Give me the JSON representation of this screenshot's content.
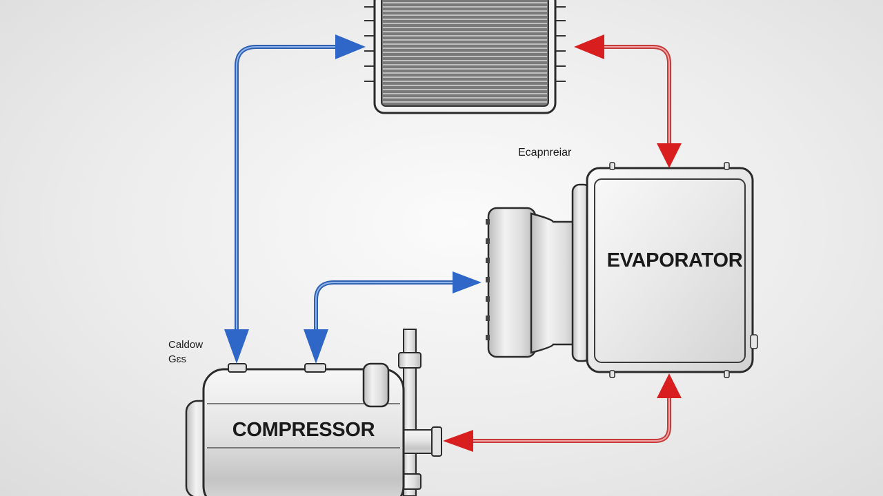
{
  "labels": {
    "top_small": "Ecapnreiar",
    "left_line1": "Caldow",
    "left_line2": "Gɛs",
    "evaporator": "EVAPORATOR",
    "compressor": "COMPRESSOR"
  },
  "colors": {
    "cold_line": "#3f74c9",
    "hot_line": "#e25a5a",
    "cold_arrow": "#2f67c8",
    "hot_arrow": "#d81e1e",
    "outline": "#2a2a2a",
    "background": "#e9e9e9"
  },
  "icons": [
    "condenser-coil-icon",
    "evaporator-unit-icon",
    "compressor-unit-icon"
  ]
}
